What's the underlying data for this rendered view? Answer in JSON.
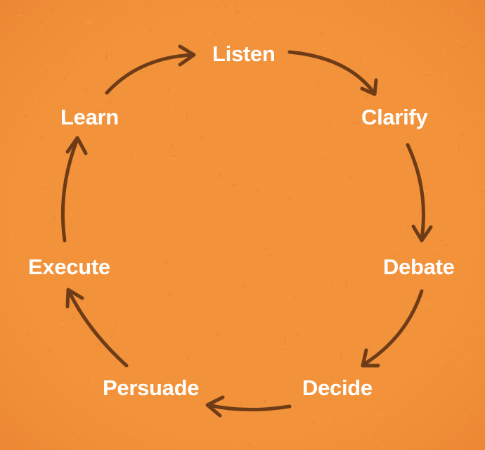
{
  "diagram": {
    "background_color": "#F2923A",
    "arrow_color": "#6E3B17",
    "text_color": "#FFFFFF",
    "steps": [
      "Listen",
      "Clarify",
      "Debate",
      "Decide",
      "Persuade",
      "Execute",
      "Learn"
    ]
  }
}
